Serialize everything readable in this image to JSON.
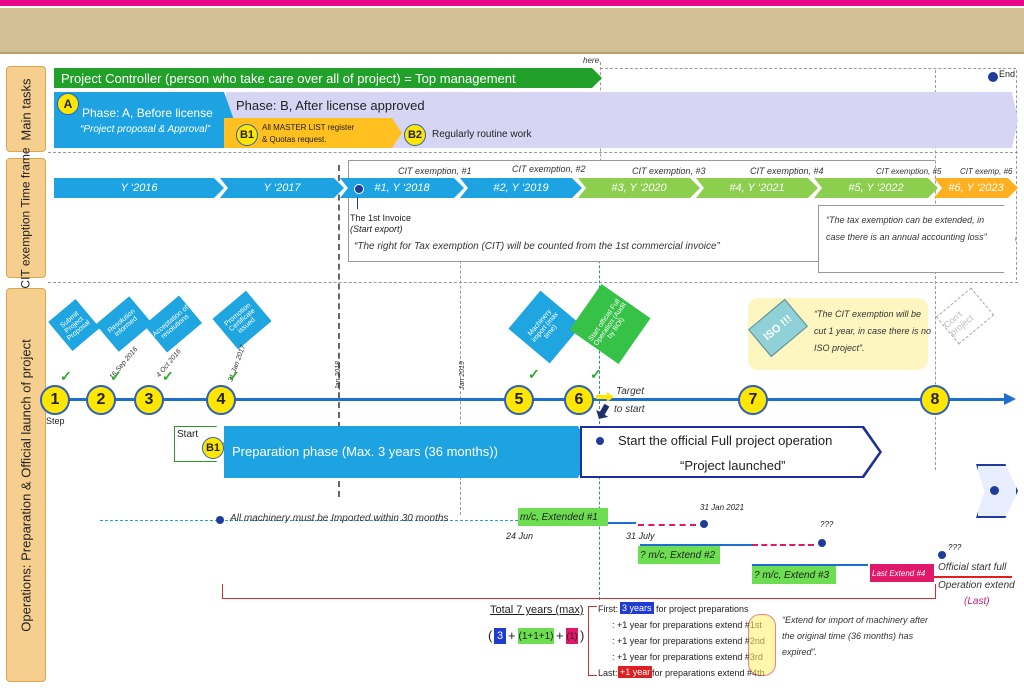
{
  "headers": {
    "main_tasks": "Main tasks",
    "cit_frame": "CIT exemption Time frame",
    "operations": "Operations: Preparation & Official launch of project"
  },
  "main": {
    "controller": "Project Controller (person who take care over all of project) = Top management",
    "here": "here",
    "end": "End",
    "badge_a": "A",
    "phase_a": "Phase: A, Before license",
    "phase_a_sub": "“Project proposal & Approval”",
    "phase_b": "Phase: B, After license approved",
    "badge_b1": "B1",
    "b1_text_1": "All MASTER LIST register",
    "b1_text_2": "& Quotas request.",
    "badge_b2": "B2",
    "b2_text": "Regularly routine work"
  },
  "cit": {
    "years": [
      "Y ‘2016",
      "Y ‘2017",
      "#1, Y ‘2018",
      "#2, Y ‘2019",
      "#3, Y ‘2020",
      "#4, Y ‘2021",
      "#5, Y ‘2022",
      "#6, Y ‘2023"
    ],
    "exemptions": [
      "CIT exemption, #1",
      "CIT exemption, #2",
      "CIT exemption, #3",
      "CIT exemption, #4",
      "CIT exemption, #5",
      "CIT exemp, #6"
    ],
    "invoice_1": "The 1st Invoice",
    "invoice_2": "(Start export)",
    "right_note": "“The right for Tax exemption (CIT) will be counted from the 1st commercial invoice”",
    "extend_note": "“The tax exemption can be extended, in case there is an annual accounting loss”"
  },
  "ops": {
    "flags": [
      "Submit Project Proposal",
      "Resolution informed",
      "Acceptation of resolutions",
      "Promotion Certificate issued",
      "Machinery import (max time)",
      "Start official Full Operation (Audit by BOI)"
    ],
    "flag_dates": [
      "16 Sep 2016",
      "4 Oct 2016",
      "31 Jan 2017"
    ],
    "year_marks": [
      "Jan 2018",
      "Jan 2019"
    ],
    "iso": "ISO !!!",
    "iso_note": "“The CIT exemption will be cut 1 year, in case there is no ISO project”.",
    "cont": "Con't project",
    "steps": [
      "1",
      "2",
      "3",
      "4",
      "5",
      "6",
      "7",
      "8"
    ],
    "step_label": "Step",
    "target_1": "Target",
    "target_2": "to start",
    "start": "Start",
    "badge_b1": "B1",
    "prep": "Preparation phase (Max. 3 years (36 months))",
    "official_1": "Start the official Full project operation",
    "official_2": "“Project launched”",
    "machinery": "All machinery must be Imported within 30 months",
    "mc1": "m/c, Extended #1",
    "d_24jun": "24 Jun",
    "d_31jul": "31 July",
    "d_31jan": "31 Jan 2021",
    "mc2": "? m/c, Extend #2",
    "mc3": "? m/c, Extend #3",
    "last_ext": "Last Extend #4",
    "q1": "???",
    "q2": "???",
    "official_start_1": "Official start full",
    "official_start_2": "Operation extend",
    "last": "(Last)",
    "total": "Total 7 years (max)",
    "f1": "3",
    "f2": "(1+1+1)",
    "f3": "(1)",
    "first_lbl": "First:",
    "first_val": "3 years",
    "first_rest": "for project preparations",
    "ext_lines": [
      ": +1 year for preparations extend #1st",
      ": +1 year for preparations extend #2nd",
      ": +1 year for preparations extend #3rd"
    ],
    "last_lbl": "Last:",
    "last_val": "+1 year",
    "last_rest": "for preparations extend #4th",
    "extend_note": "“Extend for import of machinery after the original time (36 months) has expired”."
  }
}
